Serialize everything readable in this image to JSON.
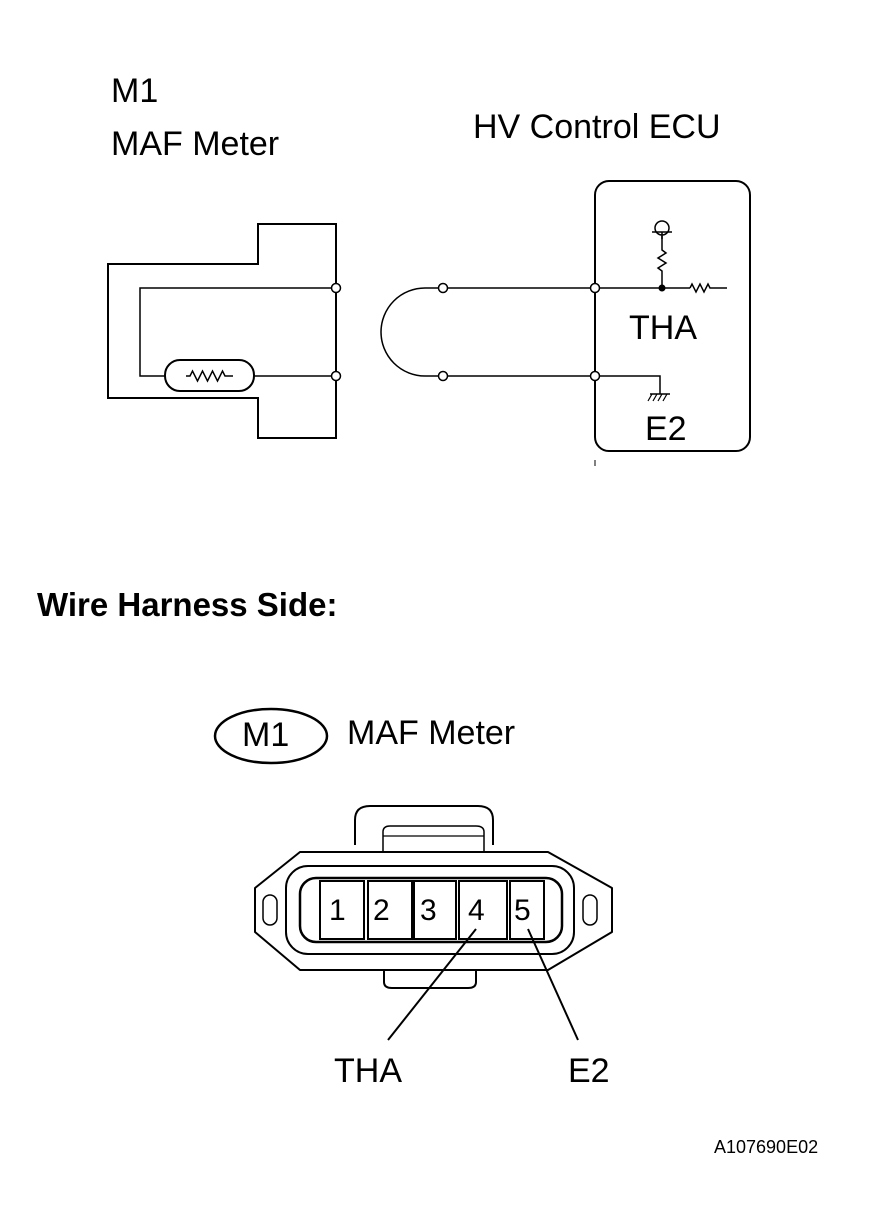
{
  "schematic": {
    "component_code": "M1",
    "component_name": "MAF Meter",
    "ecu_title": "HV Control ECU",
    "ecu_terminal_tha": "THA",
    "ecu_terminal_e2": "E2"
  },
  "harness": {
    "section_title": "Wire Harness Side:",
    "connector_code": "M1",
    "connector_name": "MAF Meter",
    "pins": [
      "1",
      "2",
      "3",
      "4",
      "5"
    ],
    "callout_tha": "THA",
    "callout_e2": "E2"
  },
  "figure_id": "A107690E02"
}
